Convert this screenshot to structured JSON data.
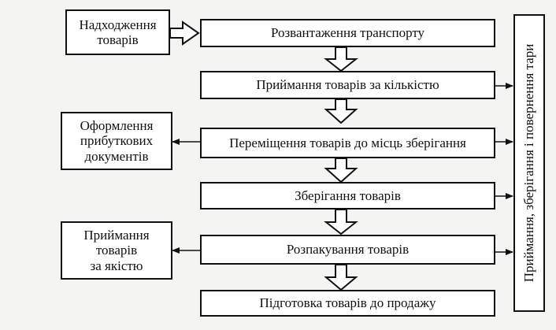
{
  "diagram": {
    "process_steps": [
      "Розвантаження транспорту",
      "Приймання товарів за кількістю",
      "Переміщення товарів до місць зберігання",
      "Зберігання товарів",
      "Розпакування товарів",
      "Підготовка товарів до продажу"
    ],
    "side_boxes": {
      "receipt_line1": "Надходження",
      "receipt_line2": "товарів",
      "documents_line1": "Оформлення",
      "documents_line2": "прибуткових",
      "documents_line3": "документів",
      "quality_line1": "Приймання",
      "quality_line2": "товарів",
      "quality_line3": "за якістю"
    },
    "right_label": "Приймання, зберігання і повернення тари"
  }
}
